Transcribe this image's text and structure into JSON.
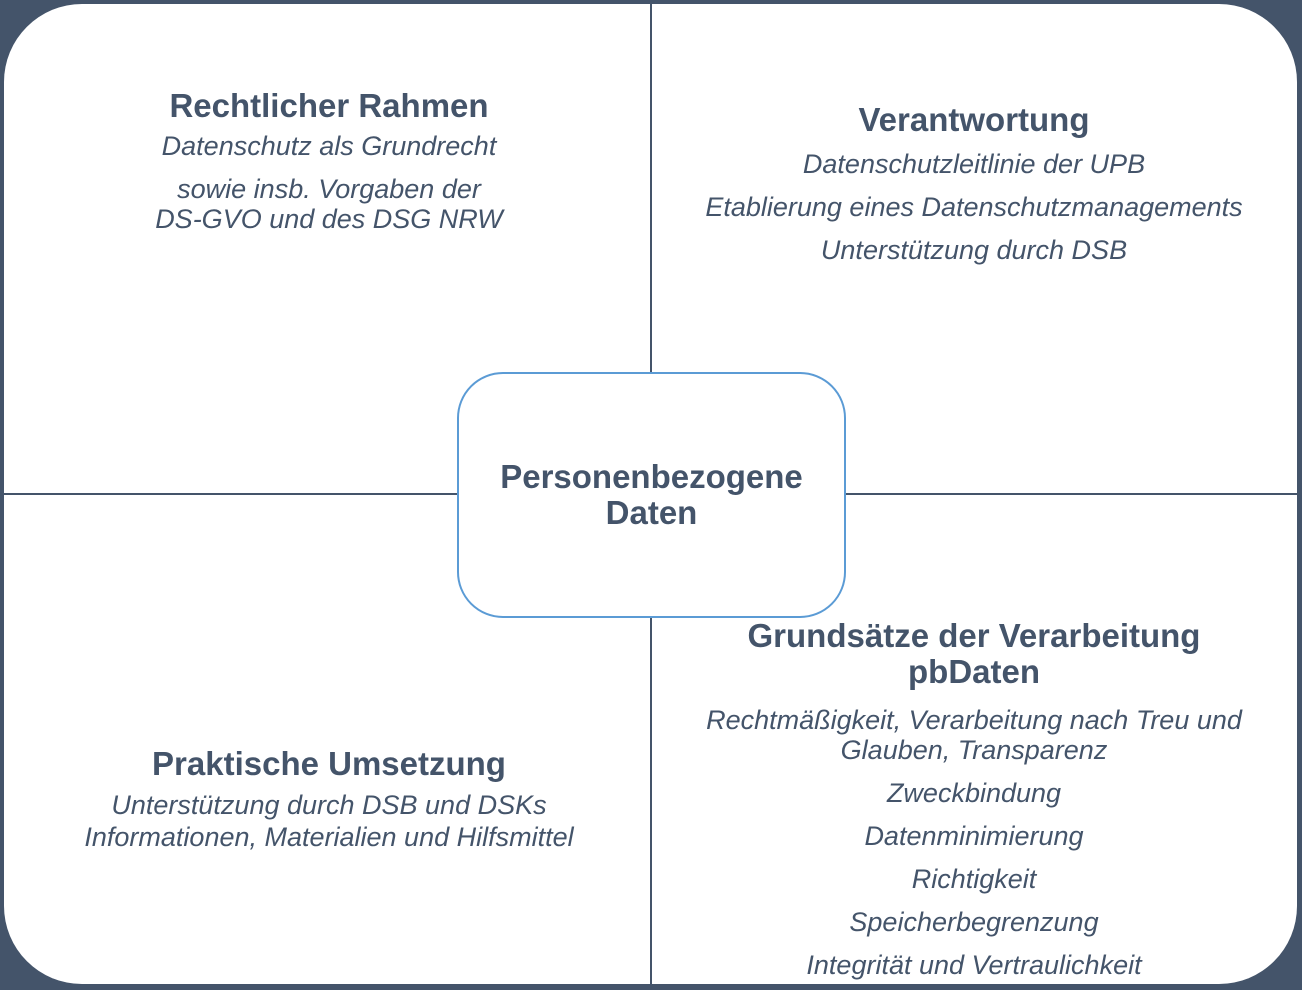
{
  "colors": {
    "frame": "#44546a",
    "text": "#44546a",
    "center_border": "#5b9bd5",
    "background": "#ffffff"
  },
  "center": {
    "line1": "Personenbezogene",
    "line2": "Daten"
  },
  "quadrants": {
    "top_left": {
      "title": "Rechtlicher Rahmen",
      "lines": [
        "Datenschutz als Grundrecht",
        "sowie insb. Vorgaben der",
        "DS-GVO und des DSG NRW"
      ]
    },
    "top_right": {
      "title": "Verantwortung",
      "lines": [
        "Datenschutzleitlinie der UPB",
        "Etablierung eines Datenschutzmanagements",
        "Unterstützung durch DSB"
      ]
    },
    "bottom_left": {
      "title": "Praktische Umsetzung",
      "lines": [
        "Unterstützung durch DSB und DSKs",
        "Informationen, Materialien und Hilfsmittel"
      ]
    },
    "bottom_right": {
      "title_line1": "Grundsätze der Verarbeitung",
      "title_line2": "pbDaten",
      "lines": [
        "Rechtmäßigkeit, Verarbeitung nach Treu und",
        "Glauben, Transparenz",
        "Zweckbindung",
        "Datenminimierung",
        "Richtigkeit",
        "Speicherbegrenzung",
        "Integrität und Vertraulichkeit"
      ]
    }
  }
}
